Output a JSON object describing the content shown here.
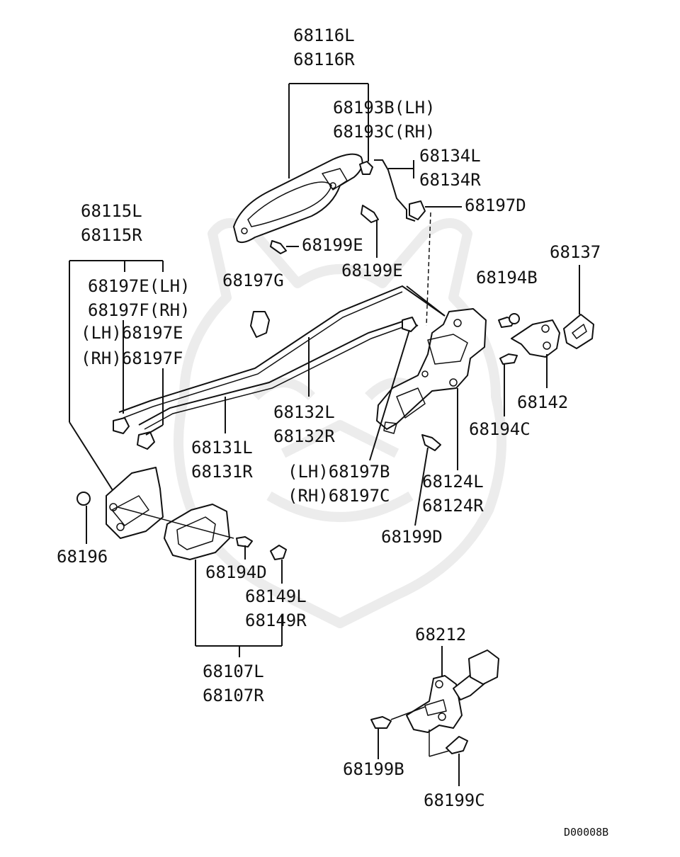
{
  "labels": {
    "p68116L": "68116L",
    "p68116R": "68116R",
    "p68193B": "68193B(LH)",
    "p68193C": "68193C(RH)",
    "p68134L": "68134L",
    "p68134R": "68134R",
    "p68197D": "68197D",
    "p68199E_a": "68199E",
    "p68199E_b": "68199E",
    "p68115L": "68115L",
    "p68115R": "68115R",
    "p68197E_lh": "68197E(LH)",
    "p68197F_rh": "68197F(RH)",
    "p68197E_2": "(LH)68197E",
    "p68197F_2": "(RH)68197F",
    "p68197G": "68197G",
    "p68137": "68137",
    "p68194B": "68194B",
    "p68142": "68142",
    "p68194C": "68194C",
    "p68132L": "68132L",
    "p68132R": "68132R",
    "p68131L": "68131L",
    "p68131R": "68131R",
    "p68197B": "(LH)68197B",
    "p68197C": "(RH)68197C",
    "p68124L": "68124L",
    "p68124R": "68124R",
    "p68199D": "68199D",
    "p68196": "68196",
    "p68194D": "68194D",
    "p68149L": "68149L",
    "p68149R": "68149R",
    "p68107L": "68107L",
    "p68107R": "68107R",
    "p68212": "68212",
    "p68199B": "68199B",
    "p68199C": "68199C",
    "diagram_code": "D00008B"
  }
}
